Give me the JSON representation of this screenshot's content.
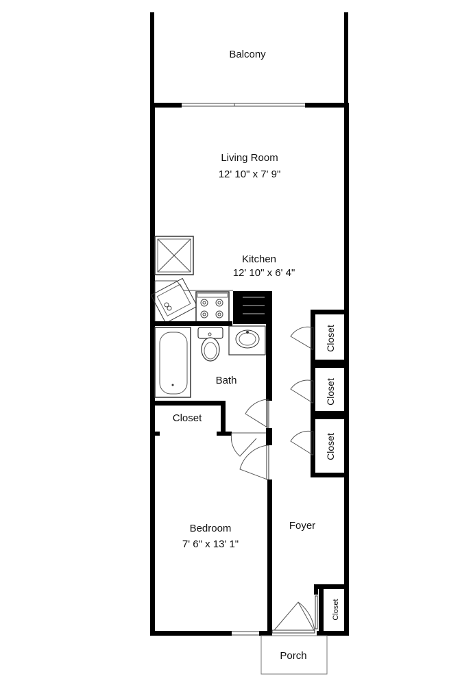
{
  "rooms": {
    "balcony": {
      "name": "Balcony"
    },
    "living_room": {
      "name": "Living Room",
      "dims": "12' 10\" x 7' 9\""
    },
    "kitchen": {
      "name": "Kitchen",
      "dims": "12' 10\" x 6' 4\""
    },
    "bath": {
      "name": "Bath"
    },
    "bedroom_closet": {
      "name": "Closet"
    },
    "bedroom": {
      "name": "Bedroom",
      "dims": "7' 6\" x 13' 1\""
    },
    "foyer": {
      "name": "Foyer"
    },
    "closet_1": {
      "name": "Closet"
    },
    "closet_2": {
      "name": "Closet"
    },
    "closet_3": {
      "name": "Closet"
    },
    "closet_4": {
      "name": "Closet"
    },
    "porch": {
      "name": "Porch"
    }
  }
}
